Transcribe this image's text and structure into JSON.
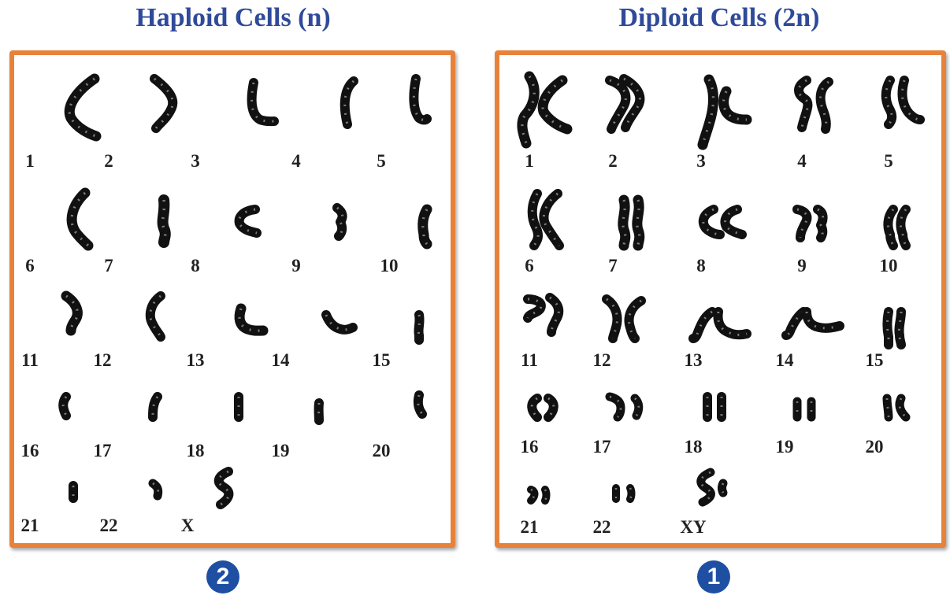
{
  "haploid": {
    "title": "Haploid Cells (n)",
    "badge": "2",
    "labels": [
      "1",
      "2",
      "3",
      "4",
      "5",
      "6",
      "7",
      "8",
      "9",
      "10",
      "11",
      "12",
      "13",
      "14",
      "15",
      "16",
      "17",
      "18",
      "19",
      "20",
      "21",
      "22",
      "X"
    ]
  },
  "diploid": {
    "title": "Diploid Cells (2n)",
    "badge": "1",
    "labels": [
      "1",
      "2",
      "3",
      "4",
      "5",
      "6",
      "7",
      "8",
      "9",
      "10",
      "11",
      "12",
      "13",
      "14",
      "15",
      "16",
      "17",
      "18",
      "19",
      "20",
      "21",
      "22",
      "XY"
    ]
  },
  "colors": {
    "title": "#2f4a9a",
    "border": "#e8823a",
    "badge": "#1f4fa3",
    "chromosome": "#111111"
  }
}
